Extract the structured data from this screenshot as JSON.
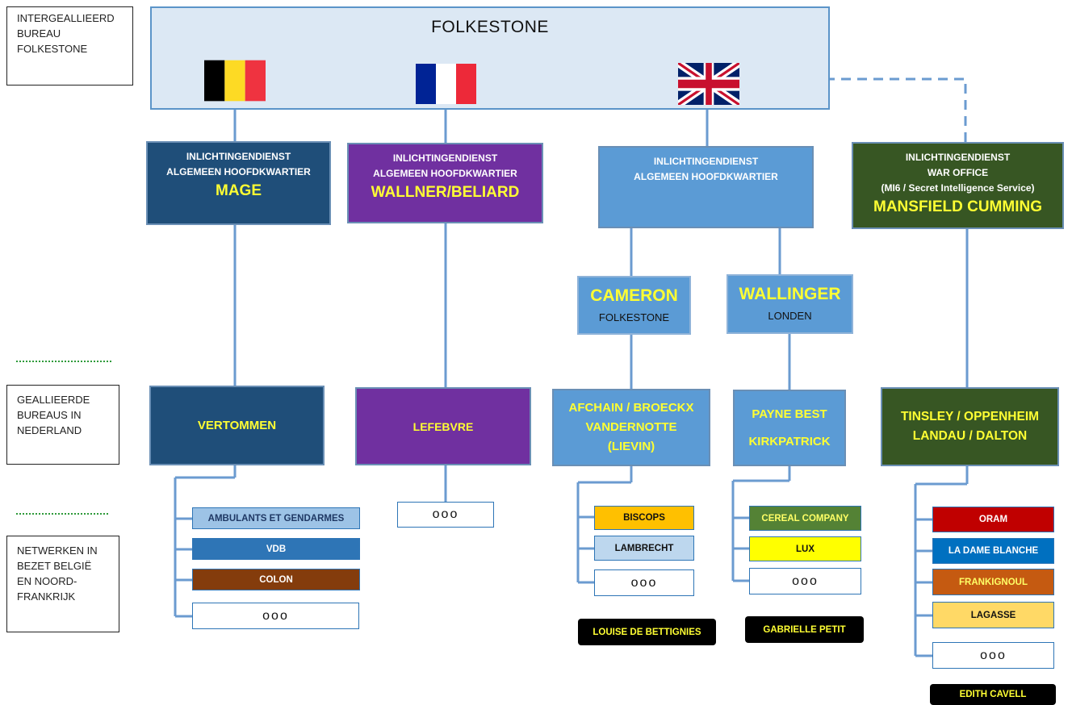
{
  "labels": {
    "top": [
      "INTERGEALLIEERD",
      "BUREAU",
      "FOLKESTONE"
    ],
    "middle": [
      "GEALLIEERDE",
      "BUREAUS IN",
      "NEDERLAND"
    ],
    "bottom": [
      "NETWERKEN IN",
      "BEZET BELGIË",
      "EN NOORD-",
      "FRANKRIJK"
    ]
  },
  "top_title": "FOLKESTONE",
  "flags": [
    "belgium-flag",
    "france-flag",
    "union-jack-flag"
  ],
  "hq": {
    "belgium": {
      "line1": "INLICHTINGENDIENST",
      "line2": "ALGEMEEN HOOFDKWARTIER",
      "name": "MAGE"
    },
    "france": {
      "line1": "INLICHTINGENDIENST",
      "line2": "ALGEMEEN HOOFDKWARTIER",
      "name": "WALLNER/BELIARD"
    },
    "britain": {
      "line1": "INLICHTINGENDIENST",
      "line2": "ALGEMEEN HOOFDKWARTIER"
    },
    "waroffice": {
      "line1": "INLICHTINGENDIENST",
      "line2": "WAR OFFICE",
      "line3": "(MI6 / Secret Intelligence Service)",
      "name": "MANSFIELD CUMMING"
    }
  },
  "mid": {
    "cameron": {
      "name": "CAMERON",
      "place": "FOLKESTONE"
    },
    "wallinger": {
      "name": "WALLINGER",
      "place": "LONDEN"
    }
  },
  "bureaus": {
    "vertommen": [
      "VERTOMMEN"
    ],
    "lefebvre": [
      "LEFEBVRE"
    ],
    "afchain": [
      "AFCHAIN / BROECKX",
      "VANDERNOTTE",
      "(LIEVIN)"
    ],
    "payne": [
      "PAYNE BEST",
      "KIRKPATRICK"
    ],
    "tinsley": [
      "TINSLEY / OPPENHEIM",
      "LANDAU / DALTON"
    ]
  },
  "networks": {
    "belgian": [
      "AMBULANTS ET GENDARMES",
      "VDB",
      "COLON"
    ],
    "cameron": [
      "BISCOPS",
      "LAMBRECHT"
    ],
    "wallinger": [
      "CEREAL COMPANY",
      "LUX"
    ],
    "waroffice": [
      "ORAM",
      "LA DAME BLANCHE",
      "FRANKIGNOUL",
      "LAGASSE"
    ]
  },
  "dots": "ooo",
  "agents": [
    "LOUISE DE BETTIGNIES",
    "GABRIELLE PETIT",
    "EDITH CAVELL"
  ],
  "colors": {
    "belgian_hq": "#1f4e79",
    "french_hq": "#7030a0",
    "british_hq": "#5b9bd5",
    "waroffice_hq": "#375623",
    "ambulants": "#9dc3e6",
    "vdb": "#2e75b6",
    "colon": "#843c0c",
    "biscops": "#ffc000",
    "lambrecht": "#bdd7ee",
    "cereal": "#548235",
    "lux": "#ffff00",
    "oram": "#c00000",
    "dame_blanche": "#0070c0",
    "frankignoul": "#c55a11",
    "lagasse": "#ffd966"
  }
}
